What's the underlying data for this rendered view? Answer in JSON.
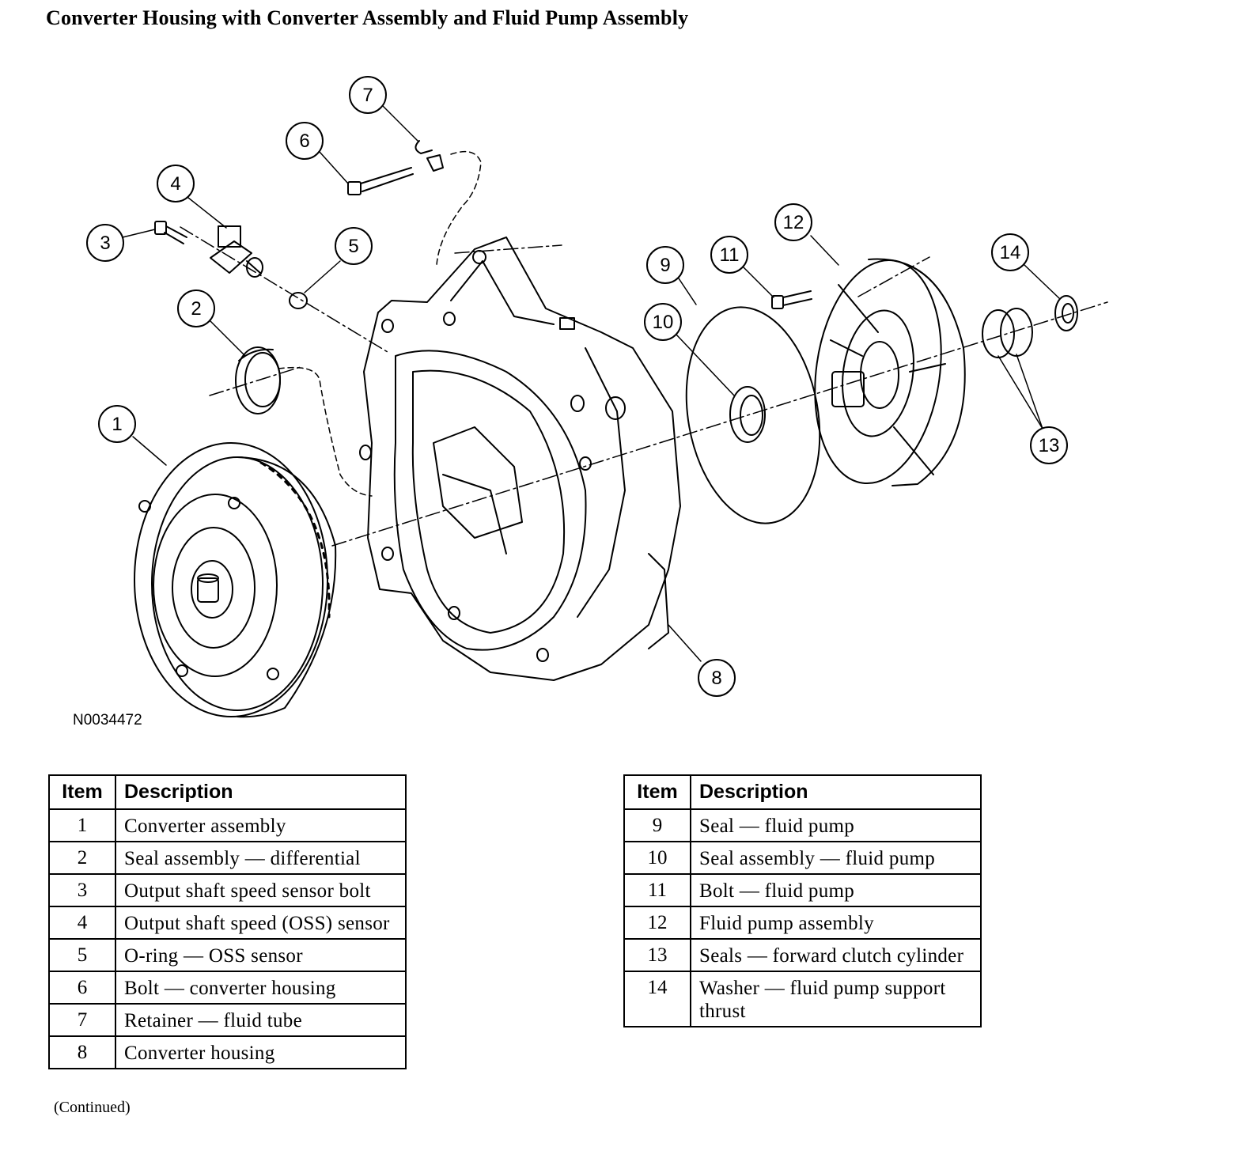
{
  "title": "Converter Housing with Converter Assembly and Fluid Pump Assembly",
  "figure_id": "N0034472",
  "callouts": [
    "1",
    "2",
    "3",
    "4",
    "5",
    "6",
    "7",
    "8",
    "9",
    "10",
    "11",
    "12",
    "13",
    "14"
  ],
  "table_headers": {
    "item": "Item",
    "description": "Description"
  },
  "table_left": [
    {
      "item": "1",
      "description": "Converter assembly"
    },
    {
      "item": "2",
      "description": "Seal assembly — differential"
    },
    {
      "item": "3",
      "description": "Output shaft speed sensor bolt"
    },
    {
      "item": "4",
      "description": "Output shaft speed (OSS) sensor"
    },
    {
      "item": "5",
      "description": "O-ring — OSS sensor"
    },
    {
      "item": "6",
      "description": "Bolt — converter housing"
    },
    {
      "item": "7",
      "description": "Retainer — fluid tube"
    },
    {
      "item": "8",
      "description": "Converter housing"
    }
  ],
  "table_right": [
    {
      "item": "9",
      "description": "Seal — fluid pump"
    },
    {
      "item": "10",
      "description": "Seal assembly — fluid pump"
    },
    {
      "item": "11",
      "description": "Bolt — fluid pump"
    },
    {
      "item": "12",
      "description": "Fluid pump assembly"
    },
    {
      "item": "13",
      "description": "Seals — forward clutch cylinder"
    },
    {
      "item": "14",
      "description": "Washer — fluid pump support thrust"
    }
  ],
  "footnote": "(Continued)"
}
